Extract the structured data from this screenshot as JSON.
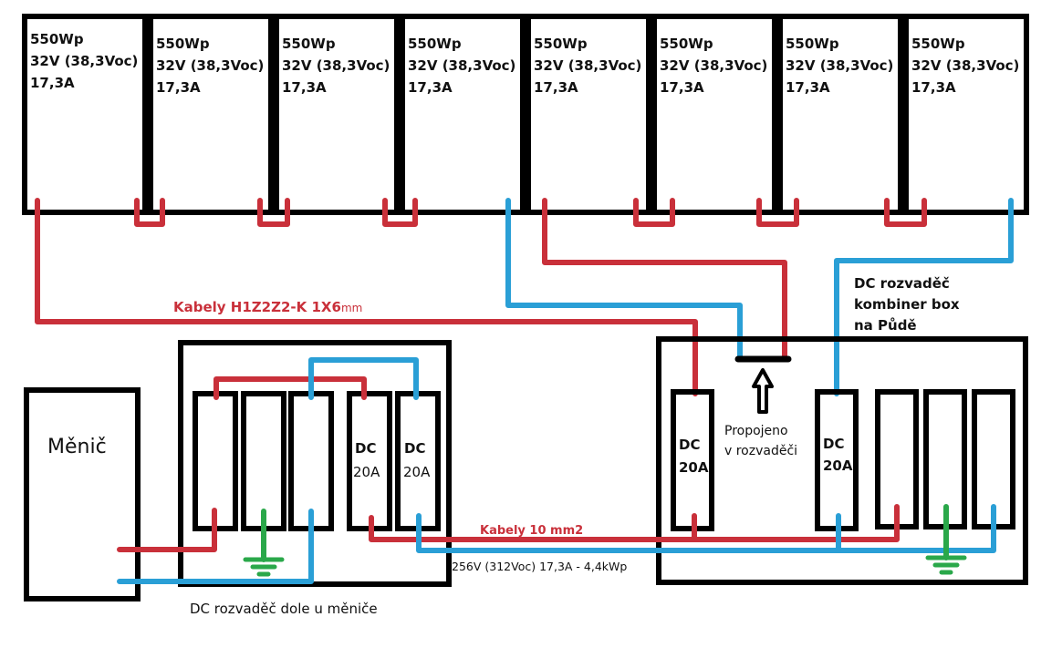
{
  "colors": {
    "positive": "#c9303a",
    "negative": "#2a9fd6",
    "ground": "#2aa84a",
    "outline": "#000000"
  },
  "panels": [
    {
      "power": "550Wp",
      "voltage": "32V (38,3Voc)",
      "current": "17,3A"
    },
    {
      "power": "550Wp",
      "voltage": "32V (38,3Voc)",
      "current": "17,3A"
    },
    {
      "power": "550Wp",
      "voltage": "32V (38,3Voc)",
      "current": "17,3A"
    },
    {
      "power": "550Wp",
      "voltage": "32V (38,3Voc)",
      "current": "17,3A"
    },
    {
      "power": "550Wp",
      "voltage": "32V (38,3Voc)",
      "current": "17,3A"
    },
    {
      "power": "550Wp",
      "voltage": "32V (38,3Voc)",
      "current": "17,3A"
    },
    {
      "power": "550Wp",
      "voltage": "32V (38,3Voc)",
      "current": "17,3A"
    },
    {
      "power": "550Wp",
      "voltage": "32V (38,3Voc)",
      "current": "17,3A"
    }
  ],
  "labels": {
    "cable_pv": "Kabely H1Z2Z2-K 1X6",
    "cable_pv_unit": "mm",
    "cable_main": "Kabely 10 mm2",
    "string_spec": "256V (312Voc) 17,3A - 4,4kWp",
    "inverter": "Měnič",
    "lower_box": "DC rozvaděč dole u měniče",
    "combiner_line1": "DC rozvaděč",
    "combiner_line2": "kombiner box",
    "combiner_line3": "na Půdě",
    "bridged_line1": "Propojeno",
    "bridged_line2": "v rozvaděči",
    "breaker_type": "DC",
    "breaker_rating": "20A"
  }
}
